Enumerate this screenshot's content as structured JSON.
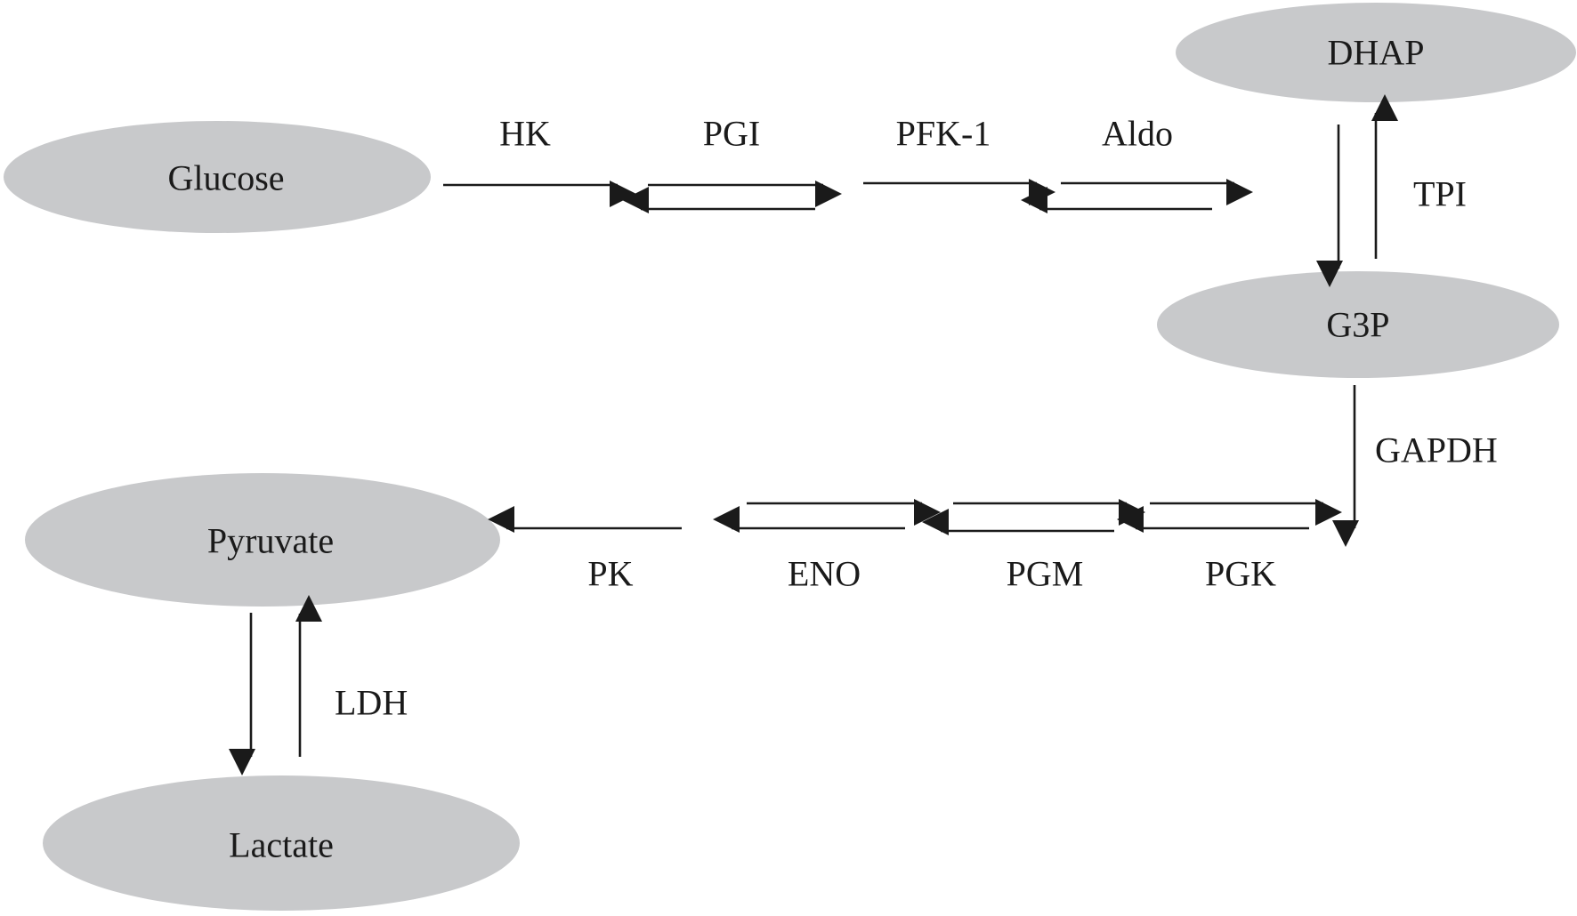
{
  "metabolites": {
    "glucose": "Glucose",
    "dhap": "DHAP",
    "g3p": "G3P",
    "pyruvate": "Pyruvate",
    "lactate": "Lactate"
  },
  "enzymes": {
    "hk": "HK",
    "pgi": "PGI",
    "pfk1": "PFK-1",
    "aldo": "Aldo",
    "tpi": "TPI",
    "gapdh": "GAPDH",
    "pgk": "PGK",
    "pgm": "PGM",
    "eno": "ENO",
    "pk": "PK",
    "ldh": "LDH"
  },
  "colors": {
    "node_fill": "#c8c9cb",
    "ink": "#1a1a1a"
  }
}
